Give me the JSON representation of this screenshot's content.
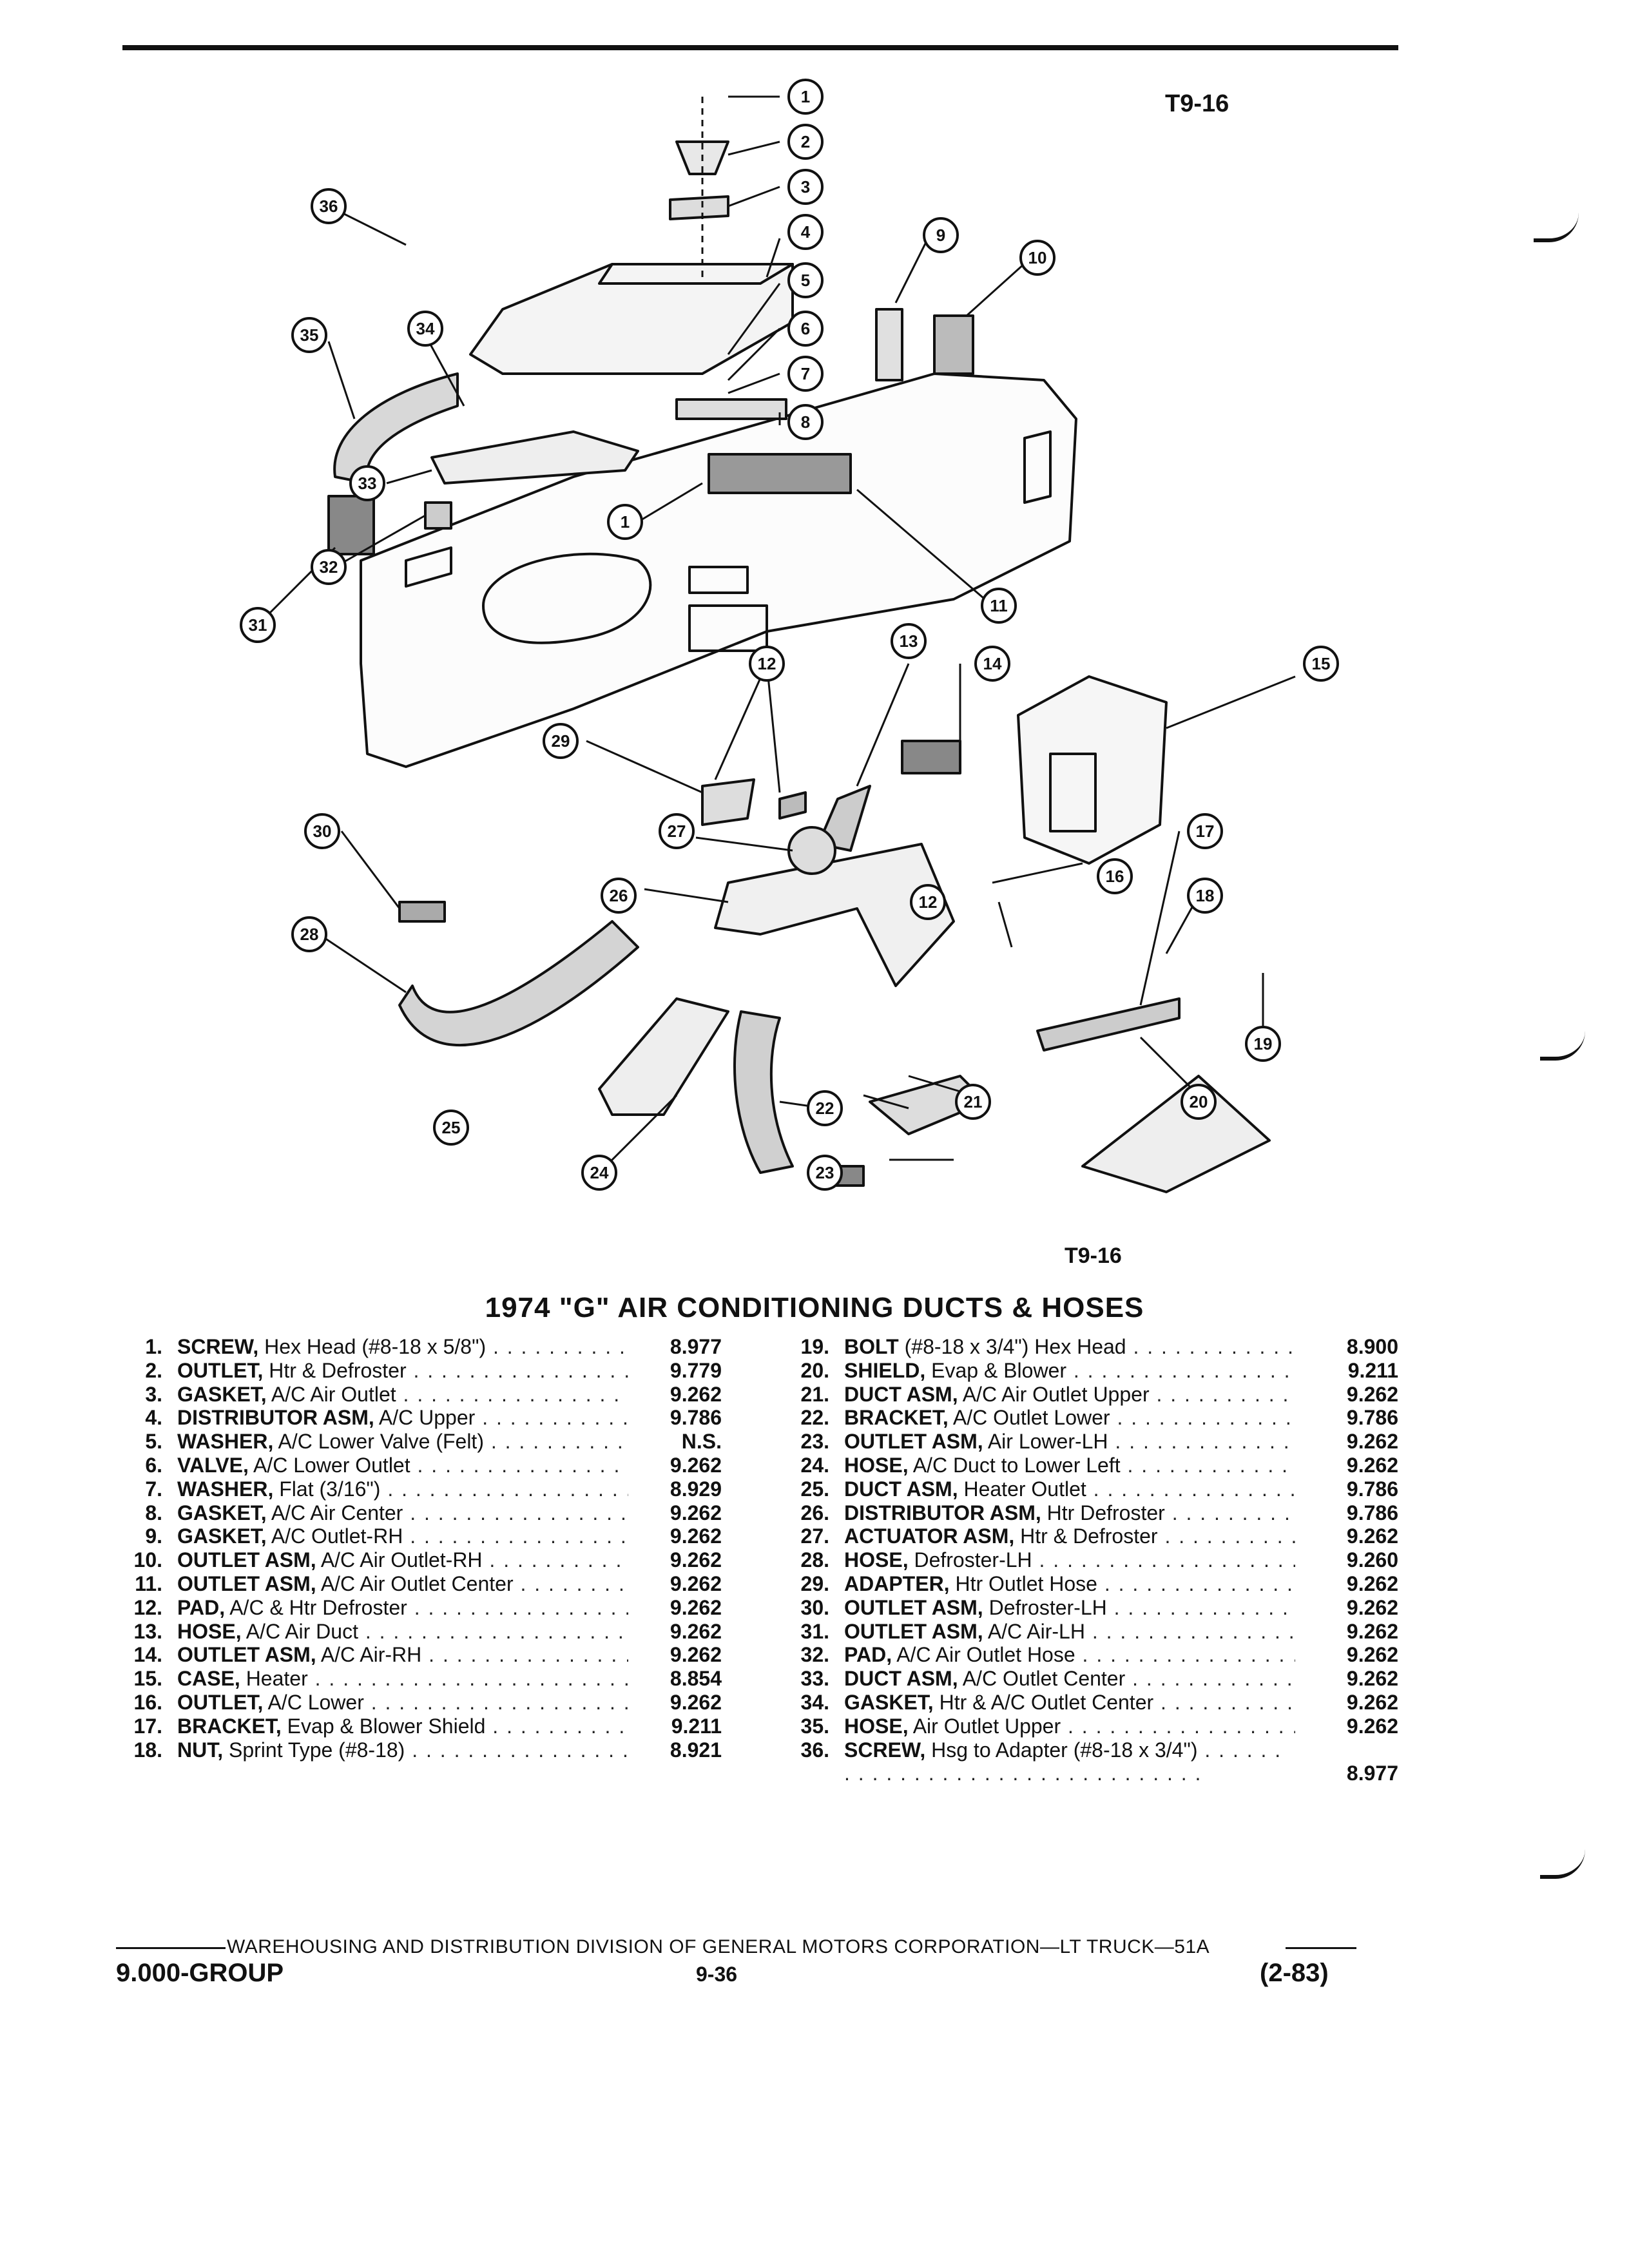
{
  "header": {
    "figure_label_top": "T9-16",
    "figure_label_bottom": "T9-16"
  },
  "title": "1974 \"G\" AIR CONDITIONING DUCTS & HOSES",
  "callouts": [
    "1",
    "2",
    "3",
    "4",
    "5",
    "6",
    "7",
    "8",
    "9",
    "10",
    "11",
    "12",
    "13",
    "14",
    "15",
    "16",
    "17",
    "18",
    "19",
    "20",
    "21",
    "22",
    "23",
    "24",
    "25",
    "26",
    "27",
    "28",
    "29",
    "30",
    "31",
    "32",
    "33",
    "34",
    "35",
    "36",
    "1",
    "12"
  ],
  "parts_left": [
    {
      "num": "1.",
      "name": "SCREW,",
      "desc": "Hex Head (#8-18 x 5/8\")",
      "code": "8.977"
    },
    {
      "num": "2.",
      "name": "OUTLET,",
      "desc": "Htr & Defroster",
      "code": "9.779"
    },
    {
      "num": "3.",
      "name": "GASKET,",
      "desc": "A/C Air Outlet",
      "code": "9.262"
    },
    {
      "num": "4.",
      "name": "DISTRIBUTOR ASM,",
      "desc": "A/C Upper",
      "code": "9.786"
    },
    {
      "num": "5.",
      "name": "WASHER,",
      "desc": "A/C Lower Valve (Felt)",
      "code": "N.S."
    },
    {
      "num": "6.",
      "name": "VALVE,",
      "desc": "A/C Lower Outlet",
      "code": "9.262"
    },
    {
      "num": "7.",
      "name": "WASHER,",
      "desc": "Flat (3/16\")",
      "code": "8.929"
    },
    {
      "num": "8.",
      "name": "GASKET,",
      "desc": "A/C Air Center",
      "code": "9.262"
    },
    {
      "num": "9.",
      "name": "GASKET,",
      "desc": "A/C Outlet-RH",
      "code": "9.262"
    },
    {
      "num": "10.",
      "name": "OUTLET ASM,",
      "desc": "A/C Air Outlet-RH",
      "code": "9.262"
    },
    {
      "num": "11.",
      "name": "OUTLET ASM,",
      "desc": "A/C Air Outlet Center",
      "code": "9.262"
    },
    {
      "num": "12.",
      "name": "PAD,",
      "desc": "A/C & Htr Defroster",
      "code": "9.262"
    },
    {
      "num": "13.",
      "name": "HOSE,",
      "desc": "A/C Air Duct",
      "code": "9.262"
    },
    {
      "num": "14.",
      "name": "OUTLET ASM,",
      "desc": "A/C Air-RH",
      "code": "9.262"
    },
    {
      "num": "15.",
      "name": "CASE,",
      "desc": "Heater",
      "code": "8.854"
    },
    {
      "num": "16.",
      "name": "OUTLET,",
      "desc": "A/C Lower",
      "code": "9.262"
    },
    {
      "num": "17.",
      "name": "BRACKET,",
      "desc": "Evap & Blower Shield",
      "code": "9.211"
    },
    {
      "num": "18.",
      "name": "NUT,",
      "desc": "Sprint Type (#8-18)",
      "code": "8.921"
    }
  ],
  "parts_right": [
    {
      "num": "19.",
      "name": "BOLT",
      "desc": "(#8-18 x 3/4\") Hex Head",
      "code": "8.900"
    },
    {
      "num": "20.",
      "name": "SHIELD,",
      "desc": "Evap & Blower",
      "code": "9.211"
    },
    {
      "num": "21.",
      "name": "DUCT ASM,",
      "desc": "A/C Air Outlet Upper",
      "code": "9.262"
    },
    {
      "num": "22.",
      "name": "BRACKET,",
      "desc": "A/C Outlet Lower",
      "code": "9.786"
    },
    {
      "num": "23.",
      "name": "OUTLET ASM,",
      "desc": "Air Lower-LH",
      "code": "9.262"
    },
    {
      "num": "24.",
      "name": "HOSE,",
      "desc": "A/C Duct to Lower Left",
      "code": "9.262"
    },
    {
      "num": "25.",
      "name": "DUCT ASM,",
      "desc": "Heater Outlet",
      "code": "9.786"
    },
    {
      "num": "26.",
      "name": "DISTRIBUTOR ASM,",
      "desc": "Htr Defroster",
      "code": "9.786"
    },
    {
      "num": "27.",
      "name": "ACTUATOR ASM,",
      "desc": "Htr & Defroster",
      "code": "9.262"
    },
    {
      "num": "28.",
      "name": "HOSE,",
      "desc": "Defroster-LH",
      "code": "9.260"
    },
    {
      "num": "29.",
      "name": "ADAPTER,",
      "desc": "Htr Outlet Hose",
      "code": "9.262"
    },
    {
      "num": "30.",
      "name": "OUTLET ASM,",
      "desc": "Defroster-LH",
      "code": "9.262"
    },
    {
      "num": "31.",
      "name": "OUTLET ASM,",
      "desc": "A/C Air-LH",
      "code": "9.262"
    },
    {
      "num": "32.",
      "name": "PAD,",
      "desc": "A/C Air Outlet Hose",
      "code": "9.262"
    },
    {
      "num": "33.",
      "name": "DUCT ASM,",
      "desc": "A/C Outlet Center",
      "code": "9.262"
    },
    {
      "num": "34.",
      "name": "GASKET,",
      "desc": "Htr & A/C Outlet Center",
      "code": "9.262"
    },
    {
      "num": "35.",
      "name": "HOSE,",
      "desc": "Air Outlet Upper",
      "code": "9.262"
    },
    {
      "num": "36.",
      "name": "SCREW,",
      "desc": "Hsg to Adapter (#8-18 x 3/4\")",
      "code": "8.977"
    }
  ],
  "footer": {
    "division_line": "WAREHOUSING AND DISTRIBUTION  DIVISION OF GENERAL MOTORS CORPORATION—LT TRUCK—51A",
    "group": "9.000-GROUP",
    "page": "9-36",
    "revision": "(2-83)"
  }
}
